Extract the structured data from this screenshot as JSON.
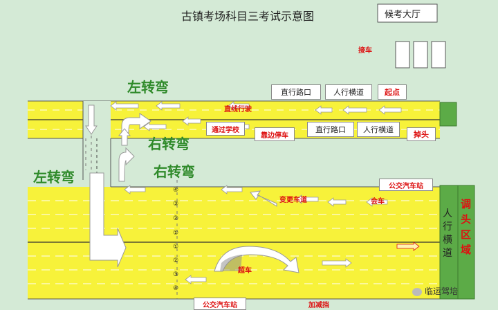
{
  "title": "古镇考场科目三考试示意图",
  "waiting_hall": "候考大厅",
  "boarding": "接车",
  "turn_labels": {
    "left_turn_top": "左转弯",
    "left_turn_side": "左转弯",
    "right_turn_1": "右转弯",
    "right_turn_2": "右转弯"
  },
  "boxes": {
    "intersection_1": "直行路口",
    "crosswalk_1": "人行横道",
    "start": "起点",
    "straight": "直线行驶",
    "school": "通过学校",
    "pull_over": "靠边停车",
    "intersection_2": "直行路口",
    "crosswalk_2": "人行横道",
    "u_turn": "掉头",
    "bus_stop_top": "公交汽车站",
    "bus_stop_bottom": "公交汽车站"
  },
  "lane_labels": {
    "lane_change": "变更车道",
    "merge": "会车",
    "overtake": "超车",
    "accelerate": "加减挡"
  },
  "lane_numbers": [
    "④",
    "③",
    "②",
    "①",
    "①",
    "②",
    "③",
    "④"
  ],
  "right_side": {
    "crosswalk_vertical": [
      "人",
      "行",
      "横",
      "道"
    ],
    "u_turn_area": [
      "调",
      "头",
      "区",
      "域"
    ]
  },
  "watermark": "临运驾培"
}
